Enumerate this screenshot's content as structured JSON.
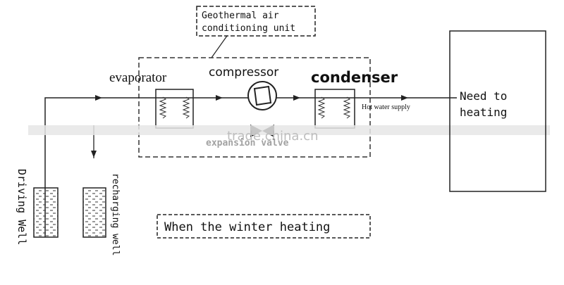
{
  "labels": {
    "unit_box": [
      "Geothermal air",
      "conditioning unit"
    ],
    "evaporator": "evaporator",
    "compressor": "compressor",
    "condenser": "condenser",
    "hot_water": "Hot water supply",
    "need_heating": [
      "Need to",
      "heating"
    ],
    "driving_well": "Driving Well",
    "recharging_well": "recharging well",
    "caption": "When the winter heating",
    "watermark": "trade.china.cn",
    "expansion_valve": "expansion valve"
  },
  "icons": {
    "compressor": "compressor-circle-icon",
    "valve": "expansion-valve-icon",
    "coil": "zigzag-coil-icon",
    "arrow": "flow-arrow-icon"
  }
}
